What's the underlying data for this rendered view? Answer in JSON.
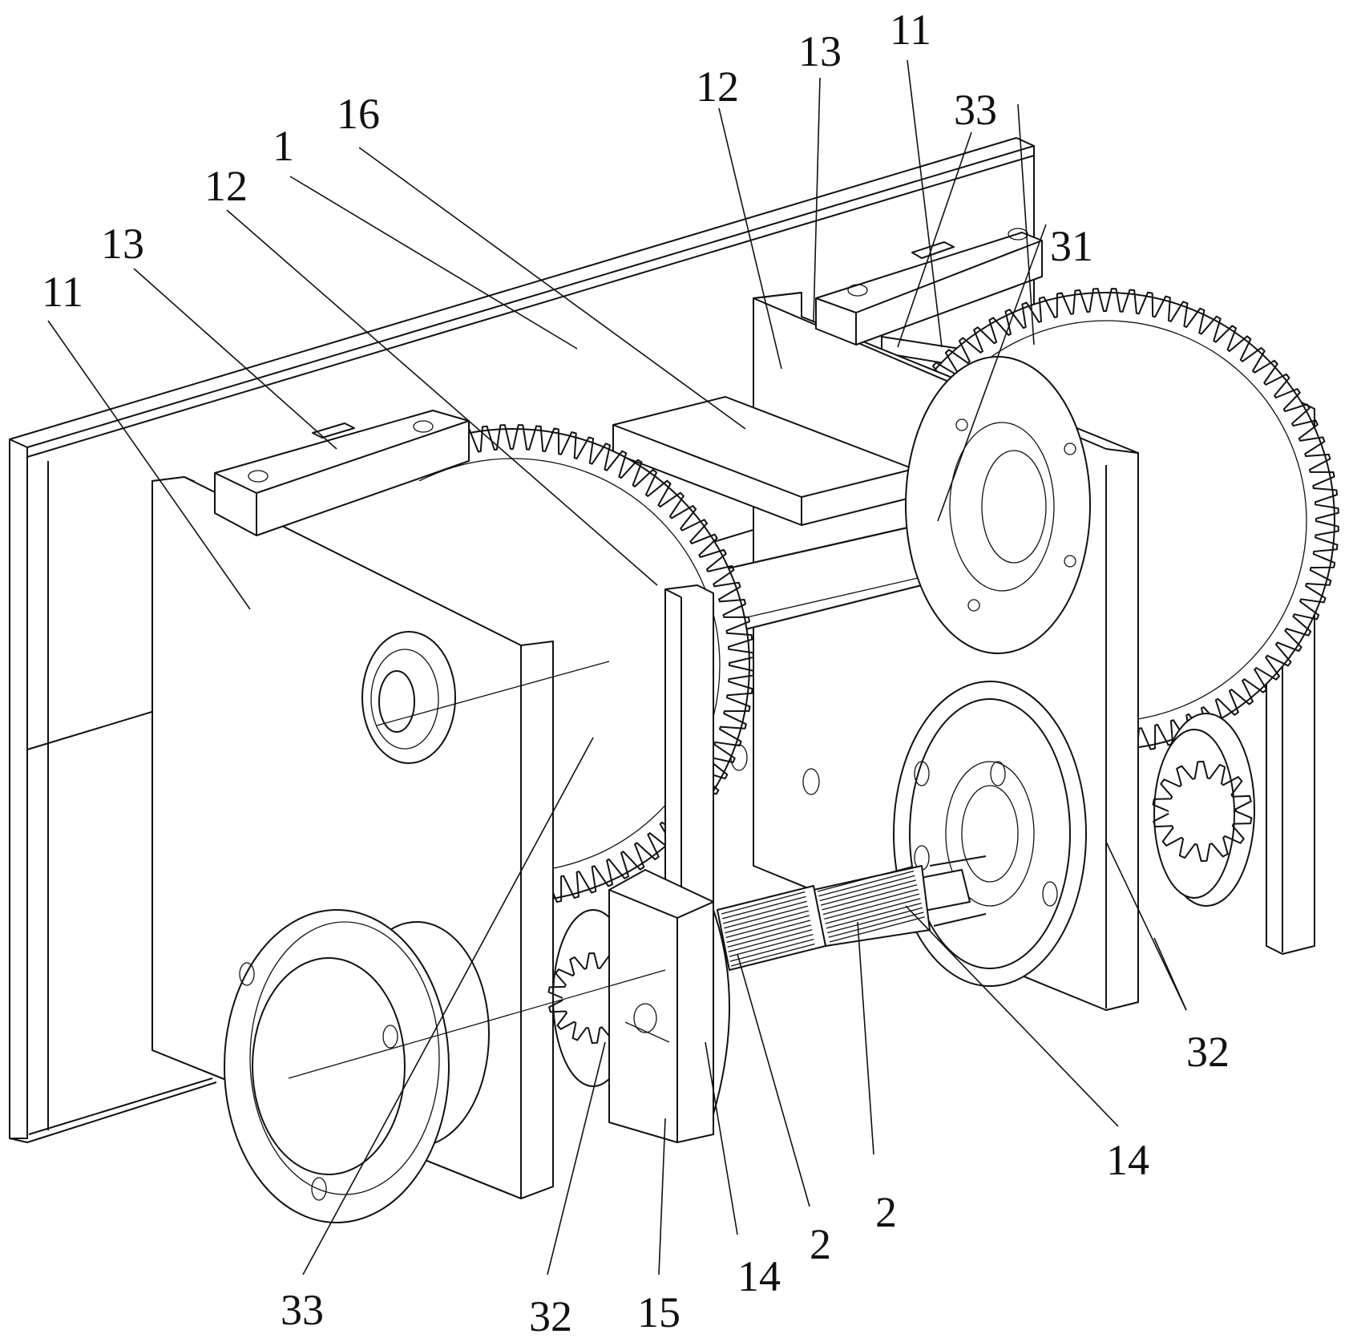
{
  "figure": {
    "description": "Isometric line drawing of a dual gear transmission assembly mounted on a base plate",
    "background_color": "#ffffff",
    "line_color": "#111111"
  },
  "labels": [
    {
      "id": "label-11-left",
      "text": "11",
      "part": "side plate"
    },
    {
      "id": "label-13-left",
      "text": "13",
      "part": "top block"
    },
    {
      "id": "label-12-left",
      "text": "12",
      "part": "middle plate"
    },
    {
      "id": "label-1",
      "text": "1",
      "part": "base plate"
    },
    {
      "id": "label-16",
      "text": "16",
      "part": "wedge block"
    },
    {
      "id": "label-12-right",
      "text": "12",
      "part": "middle plate"
    },
    {
      "id": "label-13-right",
      "text": "13",
      "part": "top block"
    },
    {
      "id": "label-11-right",
      "text": "11",
      "part": "side plate"
    },
    {
      "id": "label-33-right",
      "text": "33",
      "part": "large gear"
    },
    {
      "id": "label-31",
      "text": "31",
      "part": "connecting shaft"
    },
    {
      "id": "label-32-right",
      "text": "32",
      "part": "pinion"
    },
    {
      "id": "label-14-right",
      "text": "14",
      "part": "flange bearing"
    },
    {
      "id": "label-2-right",
      "text": "2",
      "part": "spline shaft"
    },
    {
      "id": "label-2-left",
      "text": "2",
      "part": "spline shaft"
    },
    {
      "id": "label-14-left",
      "text": "14",
      "part": "flange bearing"
    },
    {
      "id": "label-15",
      "text": "15",
      "part": "support block"
    },
    {
      "id": "label-32-left",
      "text": "32",
      "part": "pinion"
    },
    {
      "id": "label-33-left",
      "text": "33",
      "part": "large gear"
    }
  ]
}
